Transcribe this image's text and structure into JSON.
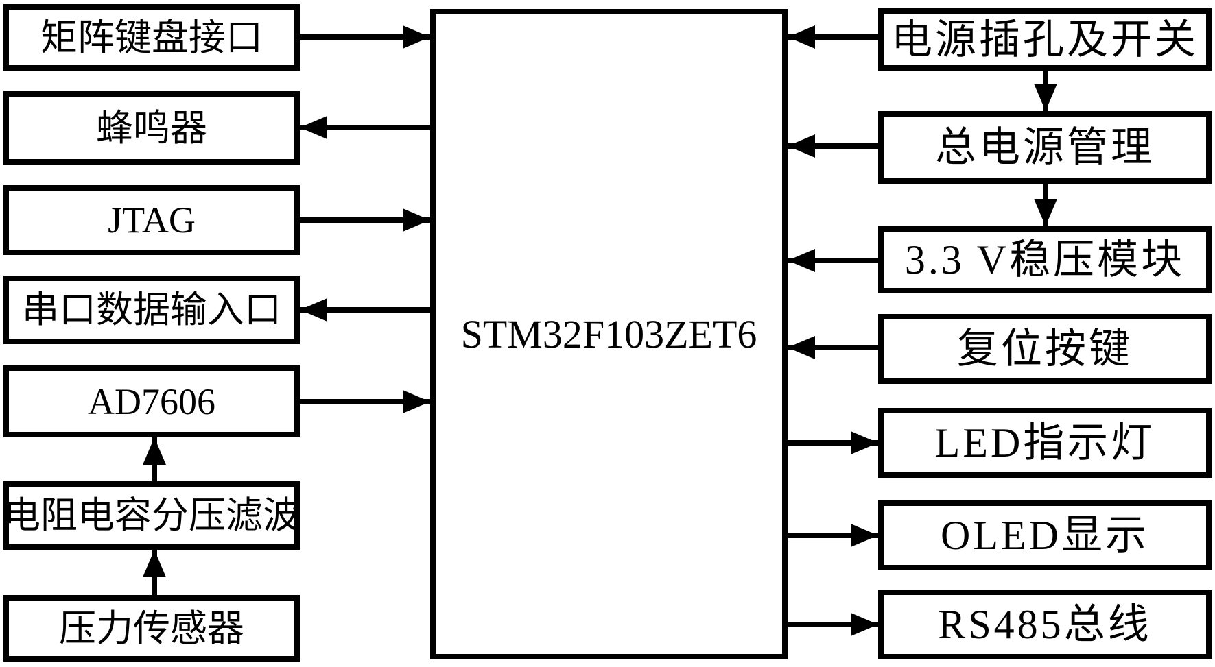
{
  "diagram": {
    "type": "block-diagram",
    "background_color": "#ffffff",
    "line_color": "#000000",
    "mcu": {
      "id": "mcu",
      "label": "STM32F103ZET6"
    },
    "left_nodes": [
      {
        "id": "matrix-keyboard-interface",
        "label": "矩阵键盘接口"
      },
      {
        "id": "buzzer",
        "label": "蜂鸣器"
      },
      {
        "id": "jtag",
        "label": "JTAG"
      },
      {
        "id": "serial-data-input",
        "label": "串口数据输入口"
      },
      {
        "id": "ad7606",
        "label": "AD7606"
      },
      {
        "id": "rc-divider-filter",
        "label": "电阻电容分压滤波"
      },
      {
        "id": "pressure-sensor",
        "label": "压力传感器"
      }
    ],
    "right_nodes": [
      {
        "id": "power-jack-switch",
        "label": "电源插孔及开关"
      },
      {
        "id": "main-power-management",
        "label": "总电源管理"
      },
      {
        "id": "regulator-3v3",
        "label": "3.3 V稳压模块"
      },
      {
        "id": "reset-button",
        "label": "复位按键"
      },
      {
        "id": "led-indicator",
        "label": "LED指示灯"
      },
      {
        "id": "oled-display",
        "label": "OLED显示"
      },
      {
        "id": "rs485-bus",
        "label": "RS485总线"
      }
    ],
    "edges": [
      {
        "from": "matrix-keyboard-interface",
        "to": "mcu"
      },
      {
        "from": "mcu",
        "to": "buzzer"
      },
      {
        "from": "jtag",
        "to": "mcu"
      },
      {
        "from": "mcu",
        "to": "serial-data-input"
      },
      {
        "from": "ad7606",
        "to": "mcu"
      },
      {
        "from": "rc-divider-filter",
        "to": "ad7606"
      },
      {
        "from": "pressure-sensor",
        "to": "rc-divider-filter"
      },
      {
        "from": "power-jack-switch",
        "to": "mcu"
      },
      {
        "from": "power-jack-switch",
        "to": "main-power-management"
      },
      {
        "from": "main-power-management",
        "to": "mcu"
      },
      {
        "from": "main-power-management",
        "to": "regulator-3v3"
      },
      {
        "from": "regulator-3v3",
        "to": "mcu"
      },
      {
        "from": "reset-button",
        "to": "mcu"
      },
      {
        "from": "mcu",
        "to": "led-indicator"
      },
      {
        "from": "mcu",
        "to": "oled-display"
      },
      {
        "from": "mcu",
        "to": "rs485-bus"
      }
    ]
  }
}
